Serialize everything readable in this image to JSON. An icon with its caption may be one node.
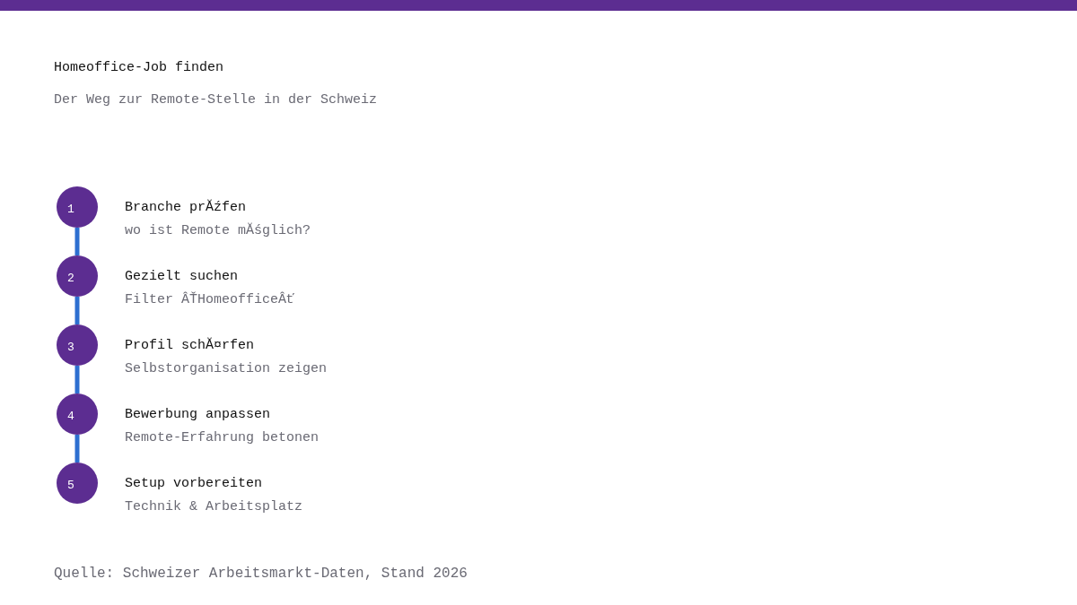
{
  "diagram": {
    "title": "Homeoffice-Job finden",
    "caption": "Quelle: Schweizer Arbeitsmarkt-Daten, Stand 2026",
    "labels": [
      "Der Weg zur Remote-Stelle in der Schweiz"
    ],
    "nodes": [
      {
        "text": [
          "1"
        ],
        "beside": [
          "Branche prĂźfen",
          "wo ist Remote mĂśglich?"
        ]
      },
      {
        "text": [
          "2"
        ],
        "beside": [
          "Gezielt suchen",
          "Filter ÂŤHomeofficeÂť"
        ]
      },
      {
        "text": [
          "3"
        ],
        "beside": [
          "Profil schĂ¤rfen",
          "Selbstorganisation zeigen"
        ]
      },
      {
        "text": [
          "4"
        ],
        "beside": [
          "Bewerbung anpassen",
          "Remote-Erfahrung betonen"
        ]
      },
      {
        "text": [
          "5"
        ],
        "beside": [
          "Setup vorbereiten",
          "Technik & Arbeitsplatz"
        ]
      }
    ],
    "edges": [
      {
        "from": 0,
        "to": 1,
        "arrow": "none"
      },
      {
        "from": 1,
        "to": 2,
        "arrow": "none"
      },
      {
        "from": 2,
        "to": 3,
        "arrow": "none"
      },
      {
        "from": 3,
        "to": 4,
        "arrow": "none"
      }
    ]
  }
}
